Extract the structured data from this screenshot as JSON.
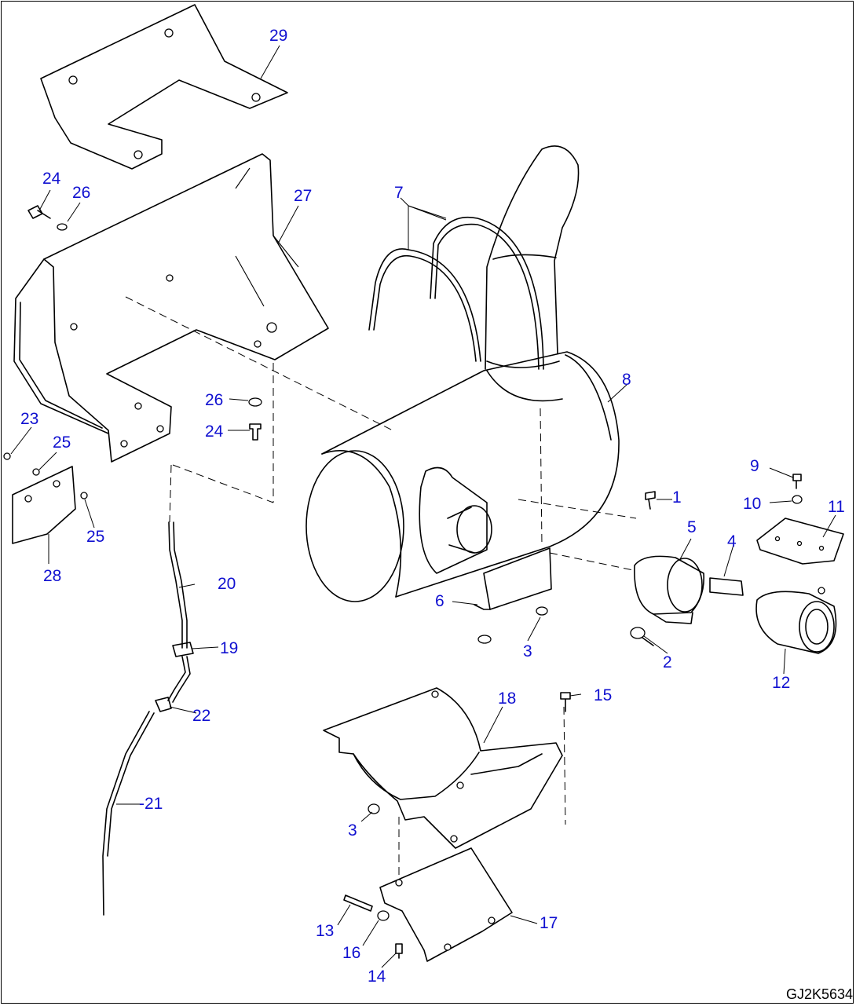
{
  "drawing_code": "GJ2K5634",
  "callouts": [
    {
      "id": "1",
      "label": "1"
    },
    {
      "id": "2",
      "label": "2"
    },
    {
      "id": "3a",
      "label": "3"
    },
    {
      "id": "3b",
      "label": "3"
    },
    {
      "id": "4",
      "label": "4"
    },
    {
      "id": "5",
      "label": "5"
    },
    {
      "id": "6",
      "label": "6"
    },
    {
      "id": "7",
      "label": "7"
    },
    {
      "id": "8",
      "label": "8"
    },
    {
      "id": "9",
      "label": "9"
    },
    {
      "id": "10",
      "label": "10"
    },
    {
      "id": "11",
      "label": "11"
    },
    {
      "id": "12",
      "label": "12"
    },
    {
      "id": "13",
      "label": "13"
    },
    {
      "id": "14",
      "label": "14"
    },
    {
      "id": "15",
      "label": "15"
    },
    {
      "id": "16",
      "label": "16"
    },
    {
      "id": "17",
      "label": "17"
    },
    {
      "id": "18",
      "label": "18"
    },
    {
      "id": "19",
      "label": "19"
    },
    {
      "id": "20",
      "label": "20"
    },
    {
      "id": "21",
      "label": "-21"
    },
    {
      "id": "22",
      "label": "22"
    },
    {
      "id": "23",
      "label": "23"
    },
    {
      "id": "24a",
      "label": "24"
    },
    {
      "id": "24b",
      "label": "24"
    },
    {
      "id": "25a",
      "label": "25"
    },
    {
      "id": "25b",
      "label": "25"
    },
    {
      "id": "26a",
      "label": "26"
    },
    {
      "id": "26b",
      "label": "26"
    },
    {
      "id": "27",
      "label": "27"
    },
    {
      "id": "28",
      "label": "28"
    },
    {
      "id": "29",
      "label": "29"
    }
  ]
}
